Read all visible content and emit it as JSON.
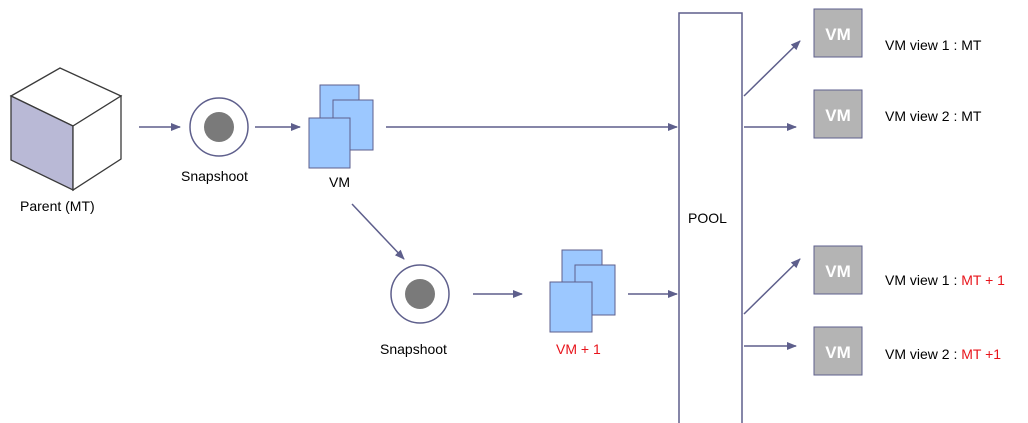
{
  "parent": {
    "label": "Parent (MT)"
  },
  "snapshot_top": {
    "label": "Snapshoot"
  },
  "snapshot_bottom": {
    "label": "Snapshoot"
  },
  "vm_main": {
    "label": "VM"
  },
  "vm_next": {
    "label": "VM + 1"
  },
  "pool": {
    "label": "POOL"
  },
  "views": [
    {
      "box": "VM",
      "prefix": "VM view 1 : ",
      "suffix": "MT",
      "suffix_red": false
    },
    {
      "box": "VM",
      "prefix": "VM view 2 : ",
      "suffix": "MT",
      "suffix_red": false
    },
    {
      "box": "VM",
      "prefix": "VM view 1 : ",
      "suffix": "MT + 1",
      "suffix_red": true
    },
    {
      "box": "VM",
      "prefix": "VM view 2 : ",
      "suffix": "MT +1",
      "suffix_red": true
    }
  ],
  "colors": {
    "arrow": "#5e5f8c",
    "accent_red": "#e8141b",
    "vm_box": "#b4b4b4",
    "page_blue": "#9cc8ff"
  }
}
